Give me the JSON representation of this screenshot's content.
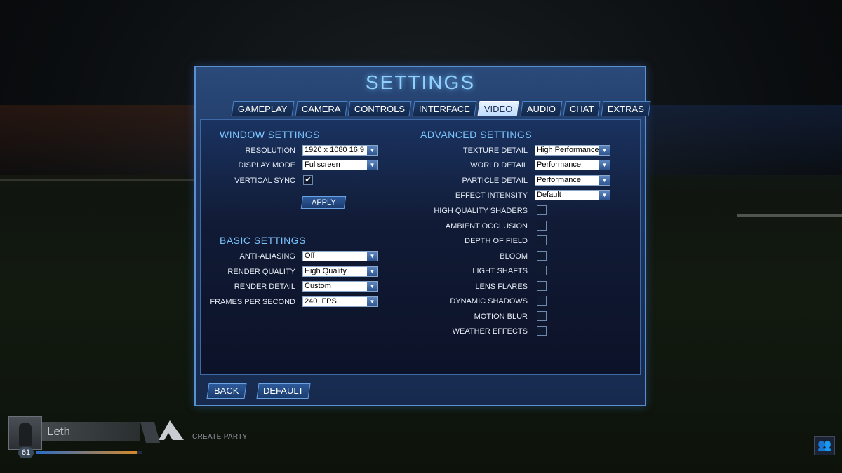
{
  "title": "SETTINGS",
  "tabs": [
    {
      "label": "GAMEPLAY",
      "active": false
    },
    {
      "label": "CAMERA",
      "active": false
    },
    {
      "label": "CONTROLS",
      "active": false
    },
    {
      "label": "INTERFACE",
      "active": false
    },
    {
      "label": "VIDEO",
      "active": true
    },
    {
      "label": "AUDIO",
      "active": false
    },
    {
      "label": "CHAT",
      "active": false
    },
    {
      "label": "EXTRAS",
      "active": false
    }
  ],
  "window_settings": {
    "heading": "WINDOW SETTINGS",
    "resolution": {
      "label": "RESOLUTION",
      "value": "1920 x 1080 16:9"
    },
    "display_mode": {
      "label": "DISPLAY MODE",
      "value": "Fullscreen"
    },
    "vertical_sync": {
      "label": "VERTICAL SYNC",
      "checked": true
    },
    "apply_label": "APPLY"
  },
  "basic_settings": {
    "heading": "BASIC SETTINGS",
    "anti_aliasing": {
      "label": "ANTI-ALIASING",
      "value": "Off"
    },
    "render_quality": {
      "label": "RENDER QUALITY",
      "value": "High Quality"
    },
    "render_detail": {
      "label": "RENDER DETAIL",
      "value": "Custom"
    },
    "fps": {
      "label": "FRAMES PER SECOND",
      "value": "240  FPS"
    }
  },
  "advanced_settings": {
    "heading": "ADVANCED SETTINGS",
    "texture_detail": {
      "label": "TEXTURE DETAIL",
      "value": "High Performance"
    },
    "world_detail": {
      "label": "WORLD DETAIL",
      "value": "Performance"
    },
    "particle_detail": {
      "label": "PARTICLE DETAIL",
      "value": "Performance"
    },
    "effect_intensity": {
      "label": "EFFECT INTENSITY",
      "value": "Default"
    },
    "checkboxes": [
      {
        "label": "HIGH QUALITY SHADERS",
        "checked": false
      },
      {
        "label": "AMBIENT OCCLUSION",
        "checked": false
      },
      {
        "label": "DEPTH OF FIELD",
        "checked": false
      },
      {
        "label": "BLOOM",
        "checked": false
      },
      {
        "label": "LIGHT SHAFTS",
        "checked": false
      },
      {
        "label": "LENS FLARES",
        "checked": false
      },
      {
        "label": "DYNAMIC SHADOWS",
        "checked": false
      },
      {
        "label": "MOTION BLUR",
        "checked": false
      },
      {
        "label": "WEATHER EFFECTS",
        "checked": false
      }
    ]
  },
  "footer": {
    "back_label": "BACK",
    "default_label": "DEFAULT"
  },
  "player": {
    "name": "Leth",
    "level": "61",
    "create_party": "CREATE PARTY",
    "xp_progress": 0.95
  },
  "colors": {
    "accent": "#7cc4ff",
    "panel": "#1f3763",
    "border": "#5a8fd0"
  },
  "icons": {
    "checkmark": "✔",
    "dropdown_arrow": "▼",
    "friends": "friends-icon"
  }
}
